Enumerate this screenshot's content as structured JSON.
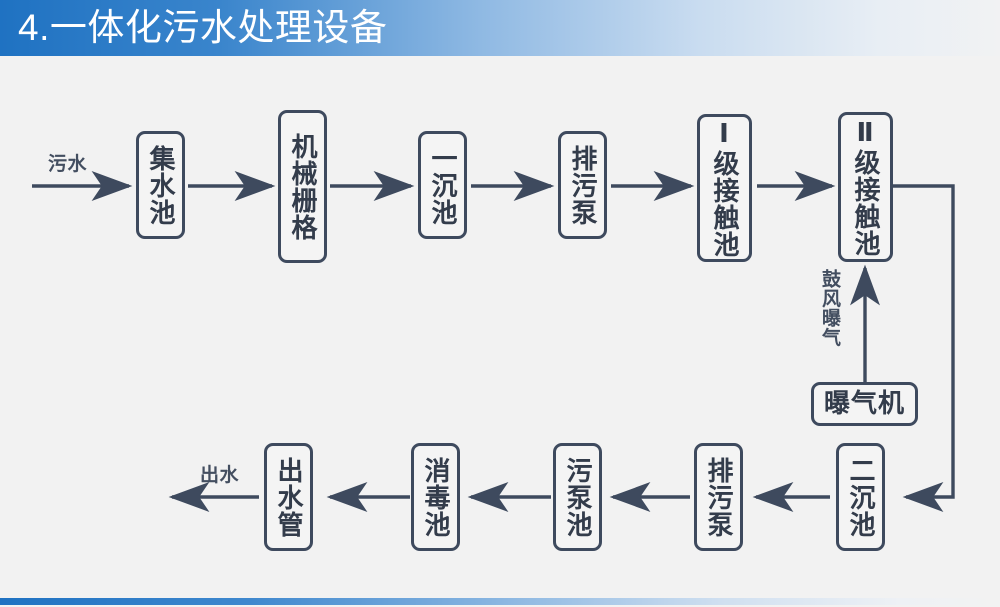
{
  "header": {
    "title": "4.一体化污水处理设备",
    "accent_color": "#1f72c2"
  },
  "diagram": {
    "line_color": "#3e4a5e",
    "box_border_color": "#3e4a5e",
    "text_color": "#333c4b",
    "background_color": "#f2f2f2",
    "nodes": [
      {
        "id": "collection-tank",
        "label": "集水池",
        "orientation": "vertical"
      },
      {
        "id": "mechanical-grate",
        "label": "机械栅格",
        "orientation": "vertical"
      },
      {
        "id": "primary-settling",
        "label": "一沉池",
        "orientation": "vertical"
      },
      {
        "id": "sewage-pump-top",
        "label": "排污泵",
        "orientation": "vertical"
      },
      {
        "id": "contact-tank-1",
        "label": "Ⅰ级接触池",
        "orientation": "vertical"
      },
      {
        "id": "contact-tank-2",
        "label": "Ⅱ级接触池",
        "orientation": "vertical"
      },
      {
        "id": "aerator",
        "label": "曝气机",
        "orientation": "horizontal"
      },
      {
        "id": "secondary-settling",
        "label": "二沉池",
        "orientation": "vertical"
      },
      {
        "id": "sewage-pump-bottom",
        "label": "排污泵",
        "orientation": "vertical"
      },
      {
        "id": "sludge-pump-tank",
        "label": "污泵池",
        "orientation": "vertical"
      },
      {
        "id": "disinfection-tank",
        "label": "消毒池",
        "orientation": "vertical"
      },
      {
        "id": "outlet-pipe",
        "label": "出水管",
        "orientation": "vertical"
      }
    ],
    "labels": [
      {
        "id": "inlet-label",
        "text": "污水",
        "orientation": "horizontal"
      },
      {
        "id": "outlet-label",
        "text": "出水",
        "orientation": "horizontal"
      },
      {
        "id": "aeration-label",
        "text": "鼓风曝气",
        "orientation": "vertical"
      }
    ]
  }
}
